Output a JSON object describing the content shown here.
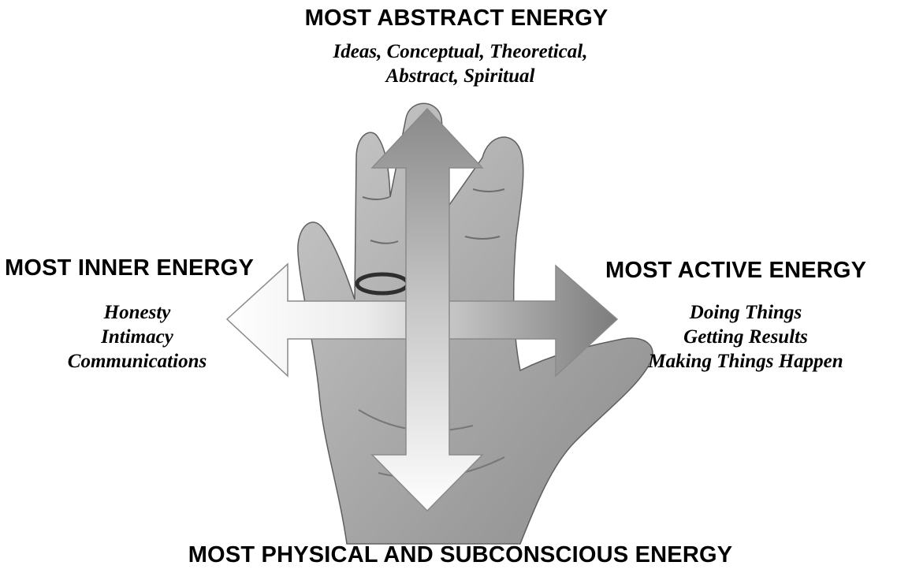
{
  "top": {
    "heading": "MOST ABSTRACT ENERGY",
    "lines": [
      "Ideas, Conceptual, Theoretical,",
      "Abstract, Spiritual"
    ]
  },
  "left": {
    "heading": "MOST INNER ENERGY",
    "lines": [
      "Honesty",
      "Intimacy",
      "Communications"
    ]
  },
  "right": {
    "heading": "MOST ACTIVE ENERGY",
    "lines": [
      "Doing Things",
      "Getting Results",
      "Making Things Happen"
    ]
  },
  "bottom": {
    "heading": "MOST PHYSICAL AND SUBCONSCIOUS ENERGY"
  },
  "illustration": {
    "subject": "hand-with-four-direction-arrows",
    "colors": {
      "skin_light": "#d9d9d9",
      "skin_dark": "#7a7a7a",
      "arrow_dark": "#7d7d7d",
      "arrow_light": "#f4f4f4"
    }
  }
}
